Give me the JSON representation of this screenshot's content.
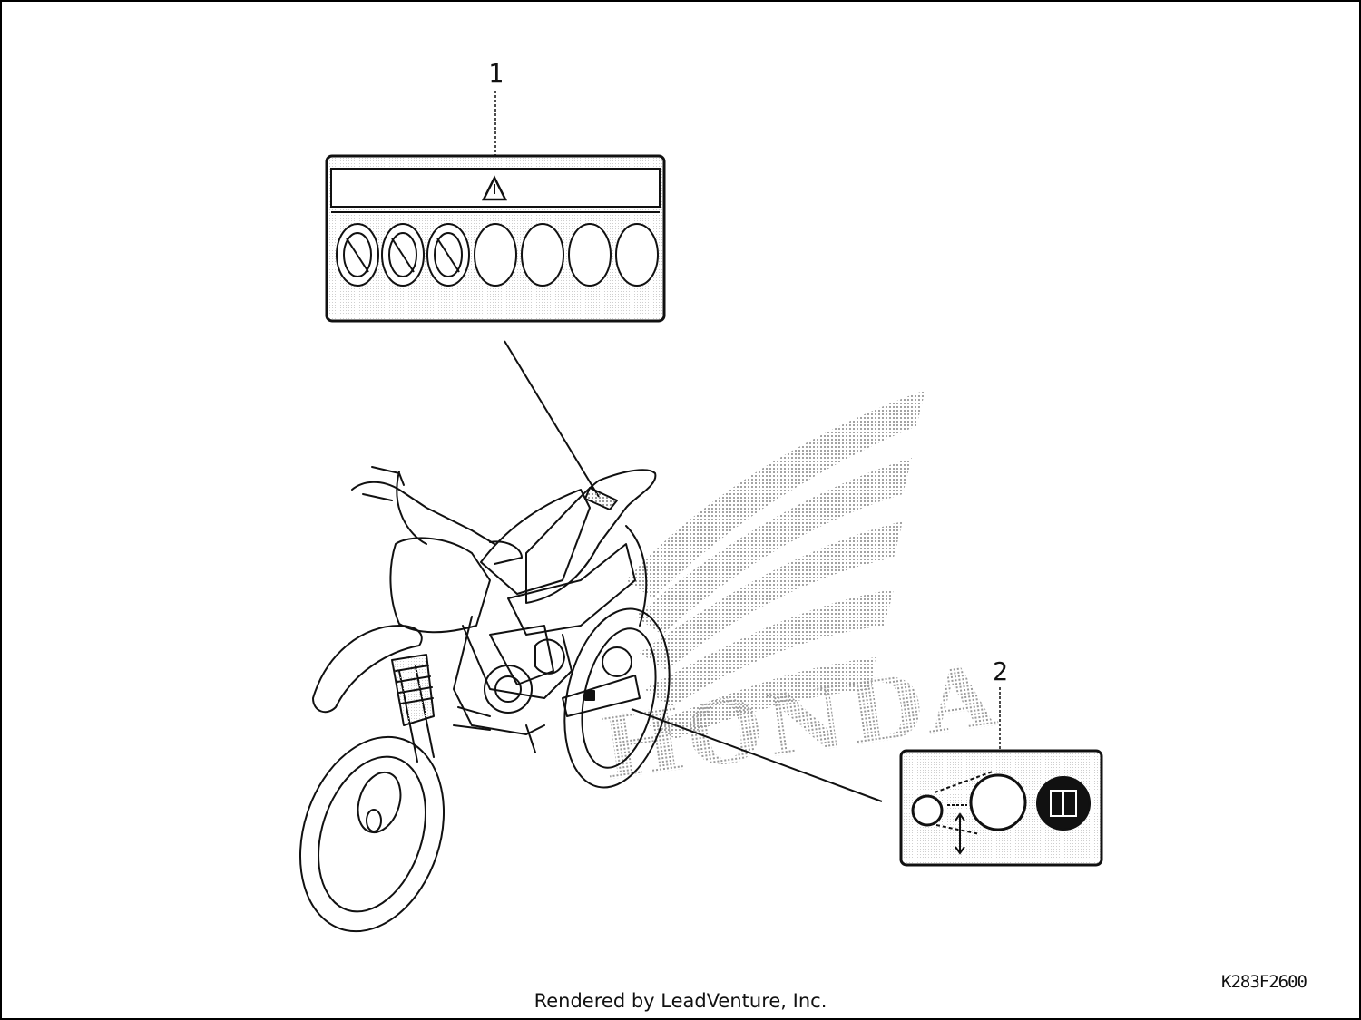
{
  "diagram": {
    "callouts": [
      "1",
      "2"
    ],
    "drawing_code": "K283F2600",
    "credit": "Rendered by LeadVenture, Inc.",
    "watermark_text": "HONDA",
    "line_color": "#111111",
    "watermark_color": "#b8b8b8"
  }
}
